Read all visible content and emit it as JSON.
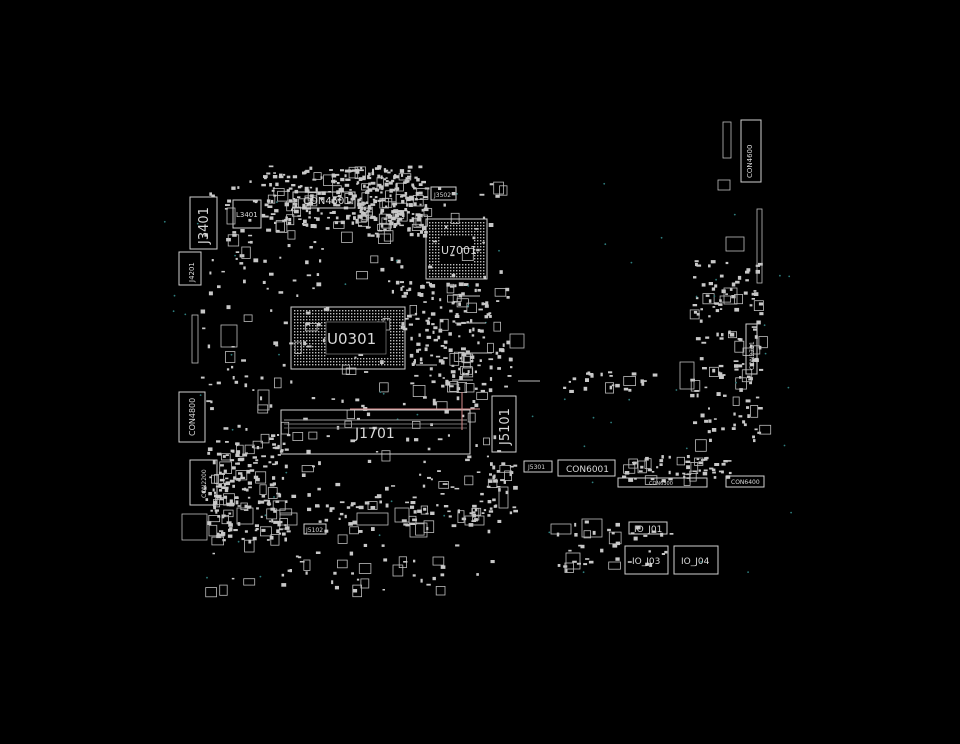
{
  "diagram": {
    "background": "#000000",
    "outline_color": "#d0d0d0",
    "marker_color": "#e07070",
    "via_color": "#2e7d7d",
    "components": {
      "J3401": "J3401",
      "L3401": "L3401",
      "CON4501": "CON4501",
      "J3502": "J3502",
      "J4201": "J4201",
      "U0301": "U0301",
      "U7001": "U7001",
      "CON4800": "CON4800",
      "CON2200": "CON2200",
      "J1701": "J1701",
      "J5101": "J5101",
      "J5301": "J5301",
      "CON6001": "CON6001",
      "CON6300": "CON6300",
      "CON6400": "CON6400",
      "J5102": "J5102",
      "IO_J01": "IO_J01",
      "IO_J03": "IO_J03",
      "IO_J04": "IO_J04",
      "CON2701": "CON2701",
      "CON4600": "CON4600"
    }
  }
}
